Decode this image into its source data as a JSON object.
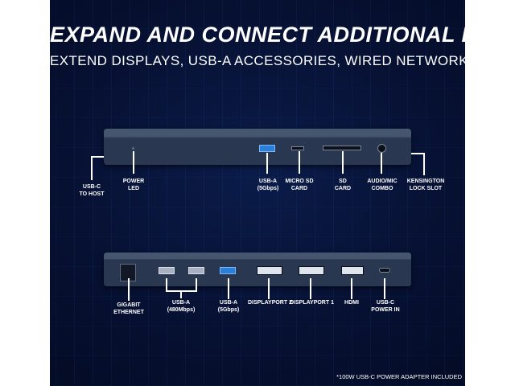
{
  "headline": "EXPAND AND CONNECT ADDITIONAL DEVICES",
  "subline": "EXTEND DISPLAYS, USB-A ACCESSORIES, WIRED NETWORKING",
  "front_labels": {
    "usbc_host": [
      "USB-C",
      "TO HOST"
    ],
    "power_led": [
      "POWER",
      "LED"
    ],
    "usba": [
      "USB-A",
      "(5Gbps)"
    ],
    "microsd": [
      "MICRO SD",
      "CARD"
    ],
    "sd": [
      "SD",
      "CARD"
    ],
    "audio": [
      "AUDIO/MIC",
      "COMBO"
    ],
    "lock": [
      "KENSINGTON",
      "LOCK SLOT"
    ]
  },
  "rear_labels": {
    "ethernet": [
      "GIGABIT",
      "ETHERNET"
    ],
    "usba480": [
      "USB-A",
      "(480Mbps)"
    ],
    "usba5": [
      "USB-A",
      "(5Gbps)"
    ],
    "dp2": [
      "DISPLAYPORT 2"
    ],
    "dp1": [
      "DISPLAYPORT 1"
    ],
    "hdmi": [
      "HDMI"
    ],
    "usbc_power": [
      "USB-C",
      "POWER IN"
    ]
  },
  "footnote": "*100W USB-C POWER ADAPTER INCLUDED"
}
